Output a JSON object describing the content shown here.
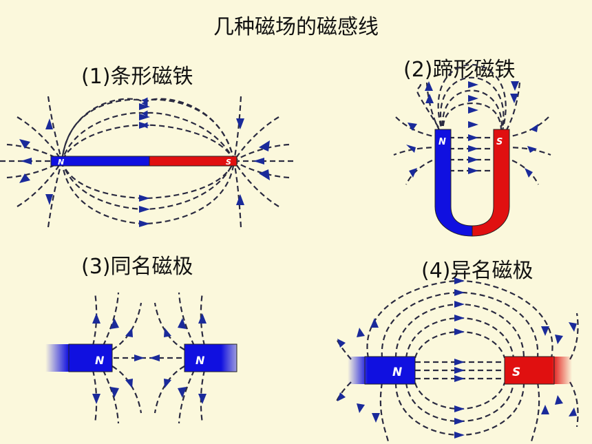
{
  "title": "几种磁场的磁感线",
  "panels": [
    {
      "caption": "(1)条形磁铁",
      "north": "N",
      "south": "S"
    },
    {
      "caption": "(2)蹄形磁铁",
      "north": "N",
      "south": "S"
    },
    {
      "caption": "(3)同名磁极",
      "north_left": "N",
      "north_right": "N"
    },
    {
      "caption": "(4)异名磁极",
      "north": "N",
      "south": "S"
    }
  ],
  "colors": {
    "background": "#fbf8dc",
    "north_pole": "#1010e0",
    "south_pole": "#e01010",
    "field_line": "#2a2a40",
    "arrow": "#1a2a9a"
  }
}
